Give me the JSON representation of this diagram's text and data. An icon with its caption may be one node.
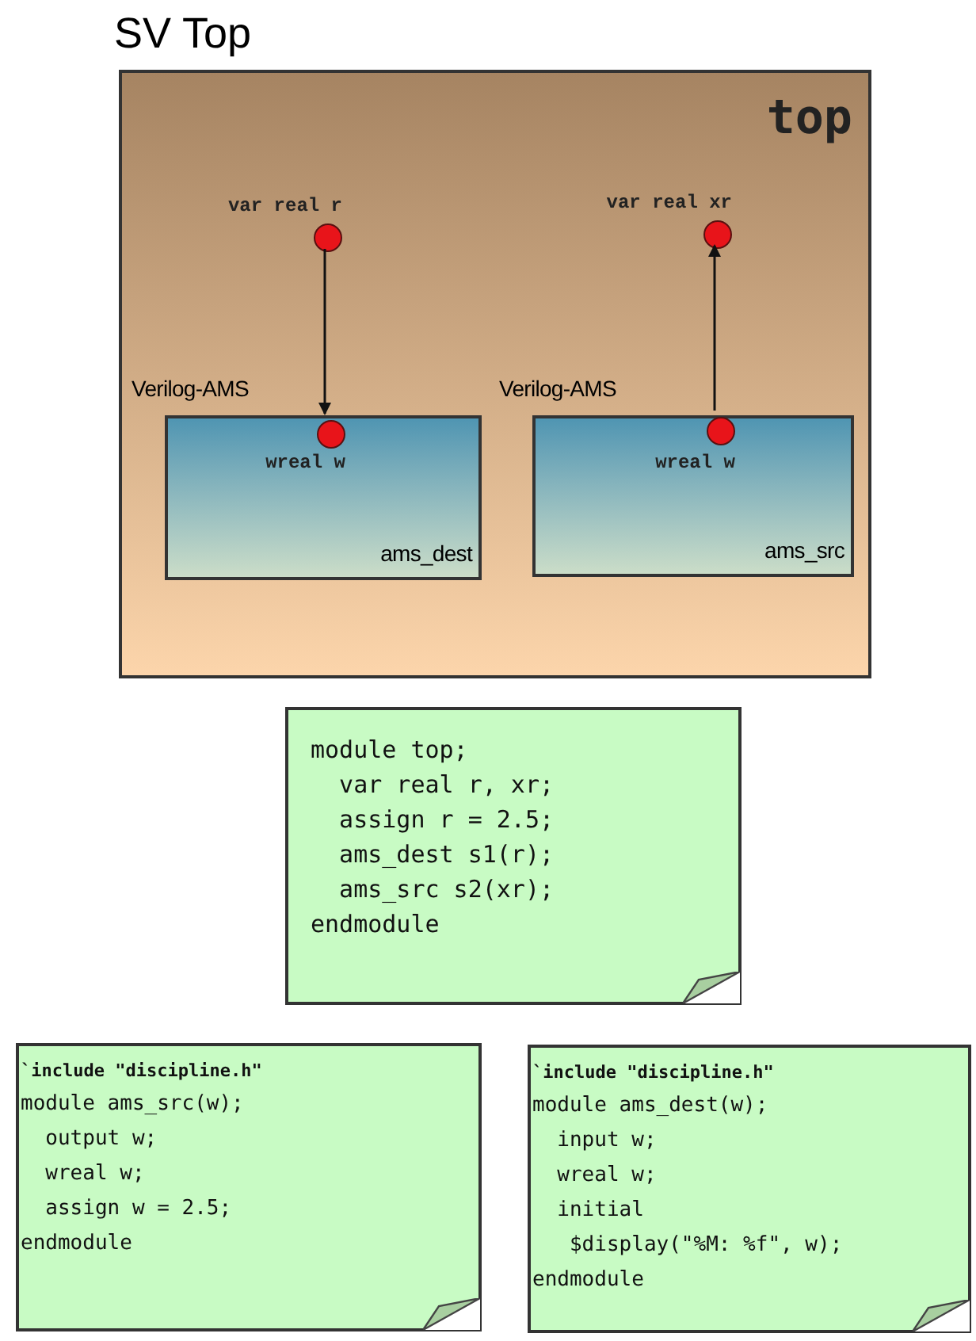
{
  "diagram": {
    "nodes": [
      {
        "text": [
          "SV Top",
          "top"
        ]
      },
      {
        "text": [],
        "shape": "circle",
        "in": 0,
        "beside": [
          "var real r"
        ]
      },
      {
        "text": [],
        "shape": "circle",
        "in": 0,
        "beside": [
          "var real xr"
        ]
      },
      {
        "text": [
          "Verilog-AMS",
          "ams_dest"
        ],
        "in": 0
      },
      {
        "text": [],
        "shape": "circle",
        "in": 3,
        "beside": [
          "wreal w"
        ]
      },
      {
        "text": [
          "Verilog-AMS",
          "ams_src"
        ],
        "in": 0
      },
      {
        "text": [],
        "shape": "circle",
        "in": 5,
        "beside": [
          "wreal w"
        ]
      },
      {
        "text": [
          "module top;",
          "  var real r, xr;",
          "  assign r = 2.5;",
          "  ams_dest s1(r);",
          "  ams_src s2(xr);",
          "endmodule"
        ]
      },
      {
        "text": [
          "`include \"discipline.h\"",
          "module ams_src(w);",
          "  output w;",
          "  wreal w;",
          "  assign w = 2.5;",
          "endmodule"
        ]
      },
      {
        "text": [
          "`include \"discipline.h\"",
          "module ams_dest(w);",
          "  input w;",
          "  wreal w;",
          "  initial",
          "   $display(\"%M: %f\", w);",
          "endmodule"
        ]
      }
    ],
    "edges": [
      {
        "from": 1,
        "to": 4,
        "arrow": "to"
      },
      {
        "from": 6,
        "to": 2,
        "arrow": "to"
      }
    ]
  }
}
